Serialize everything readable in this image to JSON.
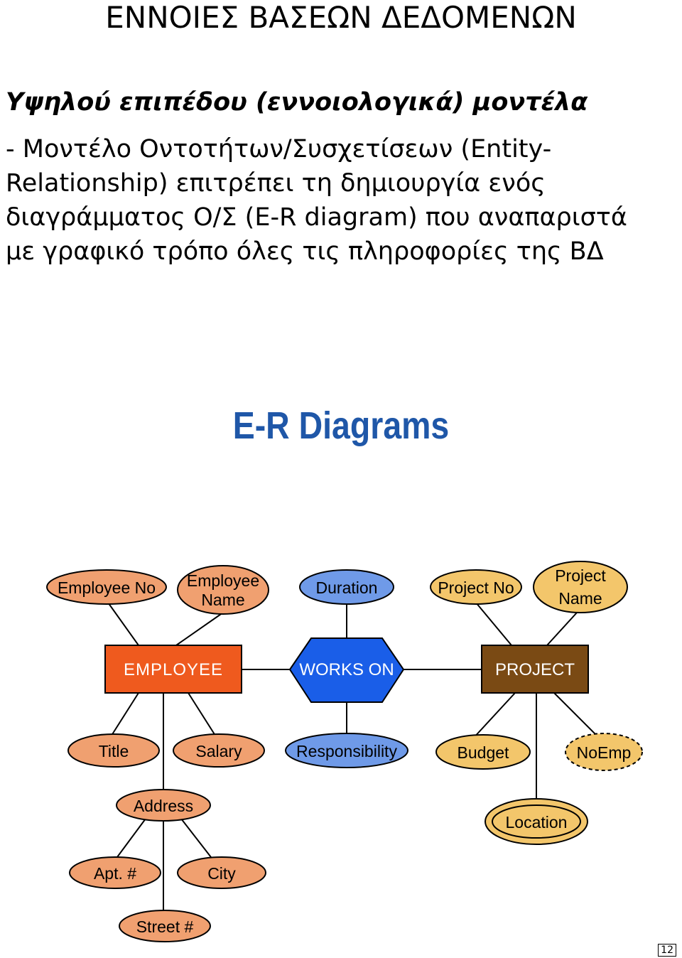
{
  "page": {
    "title": "ΕΝΝΟΙΕΣ ΒΑΣΕΩΝ ΔΕΔΟΜΕΝΩΝ",
    "subheading": "Υψηλού επιπέδου (εννοιολογικά) μοντέλα",
    "body_lines": [
      "- Μοντέλο Οντοτήτων/Συσχετίσεων (Entity-",
      "Relationship) επιτρέπει τη δημιουργία ενός",
      "διαγράμματος Ο/Σ (E-R diagram) που αναπαριστά",
      "με γραφικό τρόπο όλες τις πληροφορίες της ΒΔ"
    ],
    "page_number": "12"
  },
  "diagram": {
    "title": "E-R Diagrams",
    "colors": {
      "employee_entity": "#ef5a1e",
      "employee_attr": "#f0a070",
      "relationship": "#1a5ee8",
      "relationship_attr": "#6f9ae8",
      "project_entity": "#7a4a14",
      "project_attr": "#f3c66b"
    },
    "entities": {
      "employee": "EMPLOYEE",
      "project": "PROJECT"
    },
    "relationship": "WORKS ON",
    "attributes": {
      "employee_no": "Employee No",
      "employee_name": [
        "Employee",
        "Name"
      ],
      "duration": "Duration",
      "project_no": "Project No",
      "project_name": [
        "Project",
        "Name"
      ],
      "title": "Title",
      "salary": "Salary",
      "responsibility": "Responsibility",
      "budget": "Budget",
      "noemp": "NoEmp",
      "address": "Address",
      "location": "Location",
      "apt": "Apt. #",
      "city": "City",
      "street": "Street #"
    }
  }
}
